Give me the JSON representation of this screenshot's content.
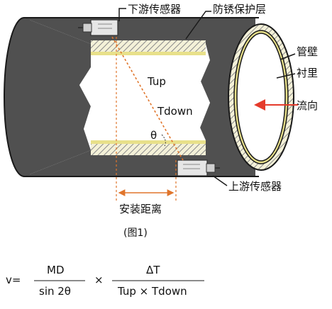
{
  "labels": {
    "downstream_sensor": "下游传感器",
    "anti_rust": "防锈保护层",
    "pipe_wall": "管壁",
    "lining": "衬里",
    "flow_direction": "流向",
    "tup": "Tup",
    "tdown": "Tdown",
    "theta": "θ",
    "upstream_sensor": "上游传感器",
    "install_distance": "安装距离",
    "figure_caption": "(图1)"
  },
  "formula": {
    "lhs": "v=",
    "numerator_1": "MD",
    "denominator_1": "sin 2θ",
    "times": "×",
    "numerator_2": "ΔT",
    "denominator_2": "Tup × Tdown"
  },
  "colors": {
    "pipe_dark": "#505050",
    "pipe_outline": "#1a1a1a",
    "lining_yellow": "#e8e08a",
    "hatch": "#8a8a8a",
    "red": "#e53b2b",
    "orange_dotted": "#e0752b",
    "sensor": "#e6e6e6"
  }
}
